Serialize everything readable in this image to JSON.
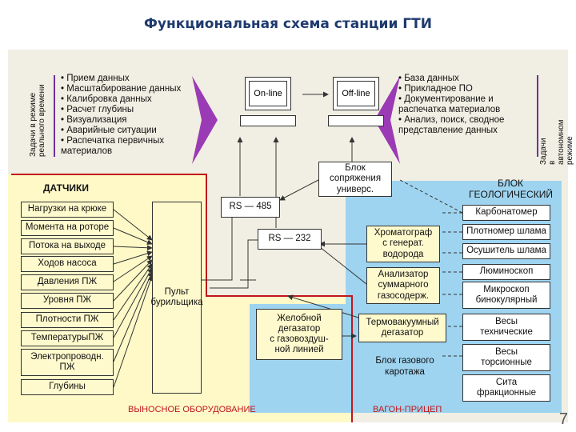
{
  "title": "Функциональная схема станции ГТИ",
  "realtime_label": "Задачи в режиме\nреального времени",
  "autonomous_label": "Задачи\nв автономном режиме",
  "realtime_tasks": [
    "Прием данных",
    "Масштабирование данных",
    "Калибровка данных",
    "Расчет глубины",
    "Визуализация",
    "Аварийные ситуации",
    "Распечатка первичных материалов"
  ],
  "offline_tasks": [
    "База данных",
    "Прикладное ПО",
    "Документирование и распечатка материалов",
    "Анализ, поиск, сводное представление данных"
  ],
  "computers": {
    "online": "On-line",
    "offline": "Off-line"
  },
  "blok_sopr": "Блок\nсопряжения\nуниверс.",
  "rs485": "RS — 485",
  "rs232": "RS — 232",
  "sensors_header": "ДАТЧИКИ",
  "sensors": [
    "Нагрузки на крюке",
    "Момента на роторе",
    "Потока на выходе",
    "Ходов насоса",
    "Давления ПЖ",
    "Уровня ПЖ",
    "Плотности ПЖ",
    "ТемпературыПЖ",
    "Электропроводн.\nПЖ",
    "Глубины"
  ],
  "pult": "Пульт\nбурильщика",
  "geo_header": "БЛОК\nГЕОЛОГИЧЕСКИЙ",
  "geo_items": [
    "Карбонатомер",
    "Плотномер шлама",
    "Осушитель шлама",
    "Люминоскоп",
    "Микроскоп\nбинокулярный",
    "Весы\nтехнические",
    "Весы\nторсионные",
    "Сита\nфракционные"
  ],
  "gas_items": {
    "chrom": "Хроматограф\nс генерат.\nводорода",
    "analyzer": "Анализатор\nсуммарного\nгазосодерж.",
    "thermo": "Термовакуумный\nдегазатор",
    "gutter": "Желобной\nдегазатор\nс газовоздуш-\nной линией"
  },
  "gas_block_label": "Блок газового\nкаротажа",
  "remote_label": "ВЫНОСНОЕ ОБОРУДОВАНИЕ",
  "trailer_label": "ВАГОН-ПРИЦЕП",
  "page_number": "7"
}
